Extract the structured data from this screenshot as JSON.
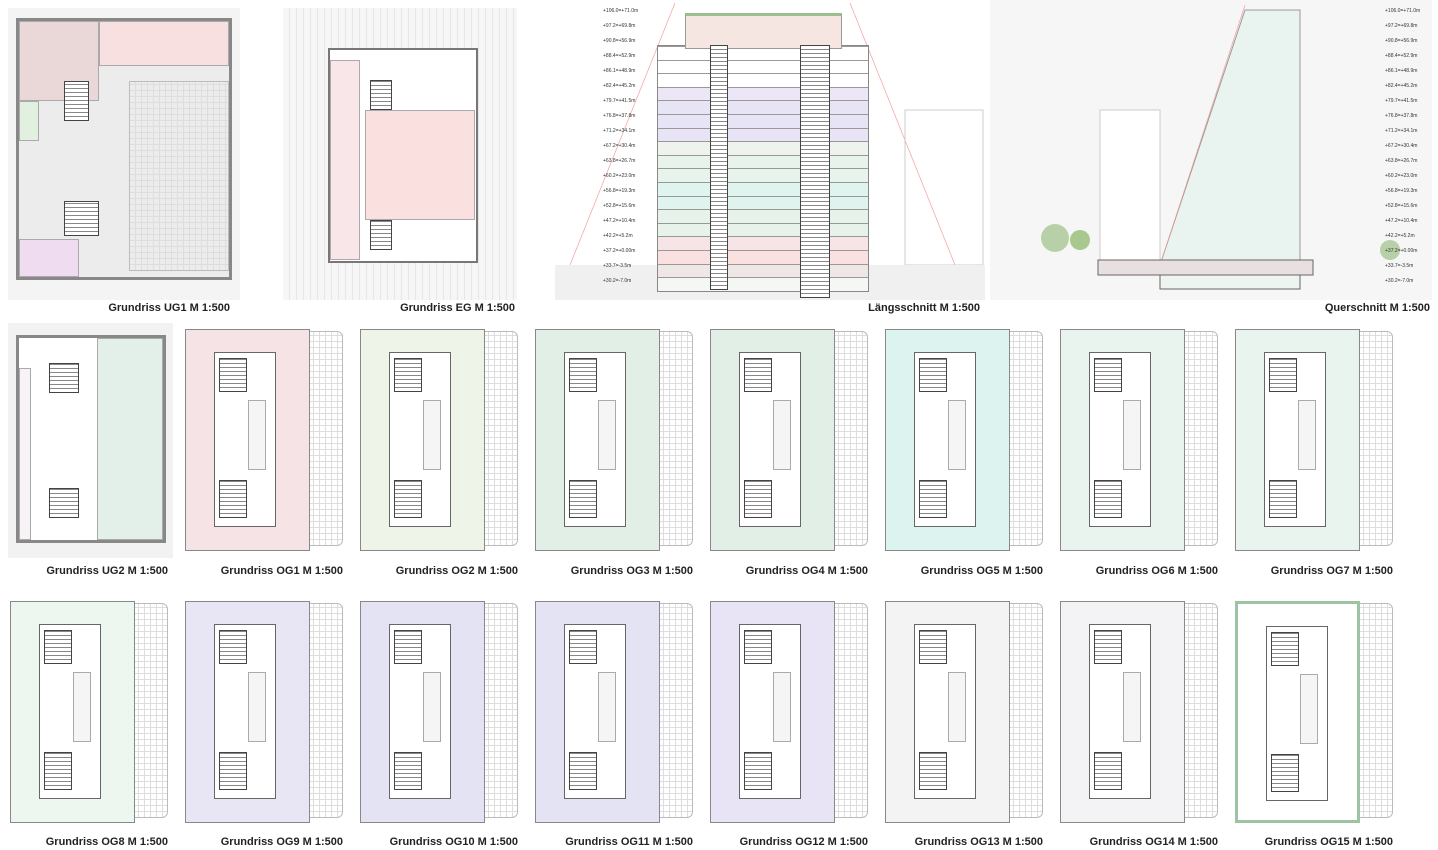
{
  "row1": {
    "ug1": {
      "caption": "Grundriss UG1  M 1:500",
      "tint": "#f2e6e6"
    },
    "eg": {
      "caption": "Grundriss EG M 1:500",
      "tint": "#fbe3e3"
    },
    "laengsschnitt": {
      "caption": "Längsschnitt M 1:500"
    },
    "querschnitt": {
      "caption": "Querschnitt M 1:500"
    }
  },
  "plans": [
    {
      "caption": "Grundriss UG2 M 1:500",
      "tint": "#e3efe9"
    },
    {
      "caption": "Grundriss OG1 M 1:500",
      "tint": "#f6e3e6"
    },
    {
      "caption": "Grundriss OG2 M 1:500",
      "tint": "#eef5e8"
    },
    {
      "caption": "Grundriss OG3 M 1:500",
      "tint": "#e2efe7"
    },
    {
      "caption": "Grundriss OG4  M 1:500",
      "tint": "#e2efe7"
    },
    {
      "caption": "Grundriss OG5 M 1:500",
      "tint": "#dcf3ef"
    },
    {
      "caption": "Grundriss OG6 M 1:500",
      "tint": "#eaf4ee"
    },
    {
      "caption": "Grundriss OG7 M 1:500",
      "tint": "#eaf4ee"
    },
    {
      "caption": "Grundriss OG8 M 1:500",
      "tint": "#eef6f0"
    },
    {
      "caption": "Grundriss OG9 M 1:500",
      "tint": "#e8e6f5"
    },
    {
      "caption": "Grundriss OG10 M 1:500",
      "tint": "#e3e3f3"
    },
    {
      "caption": "Grundriss OG11 M 1:500",
      "tint": "#e3e3f3"
    },
    {
      "caption": "Grundriss OG12 M 1:500",
      "tint": "#e8e3f5"
    },
    {
      "caption": "Grundriss OG13 M 1:500",
      "tint": "#f3f3f3"
    },
    {
      "caption": "Grundriss OG14 M 1:500",
      "tint": "#f3f3f5"
    },
    {
      "caption": "Grundriss OG15 M 1:500",
      "tint": "#ffffff"
    }
  ],
  "section_levels": [
    "+106.0=+71.0m",
    "+97.2=+69.8m",
    "+90.8=+56.9m",
    "+88.4=+52.9m",
    "+86.1=+48.9m",
    "+82.4=+45.2m",
    "+79.7=+41.5m",
    "+76.8=+37.8m",
    "+71.2=+34.1m",
    "+67.2=+30.4m",
    "+63.8=+26.7m",
    "+60.2=+23.0m",
    "+56.8=+19.3m",
    "+52.8=+15.6m",
    "+47.2=+10.4m",
    "+42.2=+5.2m",
    "+37.2=+0.00m",
    "+33.7=-3.5m",
    "+30.2=-7.0m"
  ],
  "section_floor_colors": [
    "#fff",
    "#fff",
    "#fff",
    "#ece6f7",
    "#e6e4f5",
    "#e6e4f5",
    "#e8e4f5",
    "#eef3ee",
    "#e8f3ec",
    "#e8f3ec",
    "#dff3ef",
    "#dff3ef",
    "#e6f2ea",
    "#e6f2ea",
    "#f6e4e6",
    "#fbe0e0",
    "#efe6e6",
    "#f4f7f4"
  ]
}
